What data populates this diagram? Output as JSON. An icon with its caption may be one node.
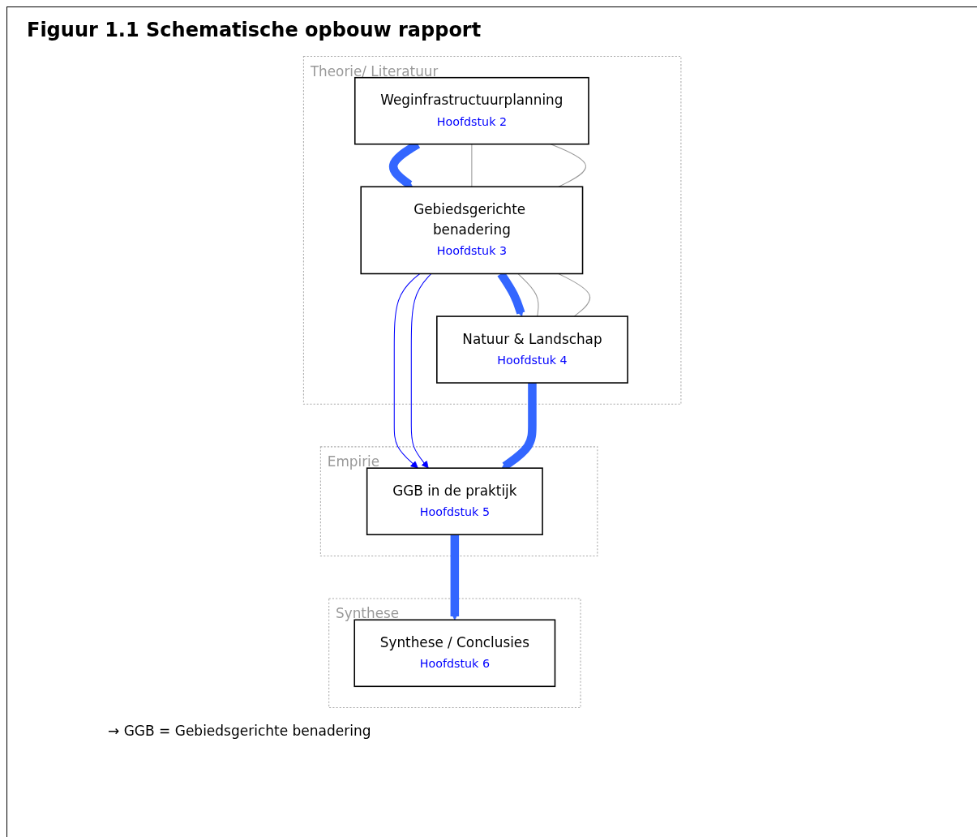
{
  "diagram": {
    "title": "Figuur 1.1 Schematische opbouw rapport",
    "nodes": [
      {
        "text": [
          "Theorie/ Literatuur"
        ]
      },
      {
        "text": [
          "Weginfrastructuurplanning",
          "Hoofdstuk 2"
        ],
        "in": 0
      },
      {
        "text": [
          "Gebiedsgerichte benadering",
          "Hoofdstuk 3"
        ],
        "in": 0
      },
      {
        "text": [
          "Natuur & Landschap",
          "Hoofdstuk 4"
        ],
        "in": 0
      },
      {
        "text": [
          "Empirie"
        ]
      },
      {
        "text": [
          "GGB in de praktijk",
          "Hoofdstuk 5"
        ],
        "in": 4
      },
      {
        "text": [
          "Synthese"
        ]
      },
      {
        "text": [
          "Synthese / Conclusies",
          "Hoofdstuk 6"
        ],
        "in": 6
      }
    ],
    "edges": [
      {
        "from": 1,
        "to": 2,
        "arrow": "to",
        "style": "thick",
        "color": "#3366ff"
      },
      {
        "from": 1,
        "to": 2,
        "arrow": "none",
        "color": "#999999"
      },
      {
        "from": 1,
        "to": 2,
        "arrow": "none",
        "color": "#999999"
      },
      {
        "from": 2,
        "to": 3,
        "arrow": "to",
        "style": "thick",
        "color": "#3366ff"
      },
      {
        "from": 2,
        "to": 3,
        "arrow": "none",
        "color": "#999999"
      },
      {
        "from": 2,
        "to": 3,
        "arrow": "none",
        "color": "#999999"
      },
      {
        "from": 2,
        "to": 5,
        "arrow": "to",
        "color": "#0000ff"
      },
      {
        "from": 2,
        "to": 5,
        "arrow": "to",
        "color": "#0000ff"
      },
      {
        "from": 3,
        "to": 5,
        "arrow": "to",
        "style": "thick",
        "color": "#3366ff"
      },
      {
        "from": 5,
        "to": 7,
        "arrow": "to",
        "style": "thick",
        "color": "#3366ff"
      }
    ],
    "labels": [
      "→ GGB = Gebiedsgerichte benadering"
    ]
  }
}
